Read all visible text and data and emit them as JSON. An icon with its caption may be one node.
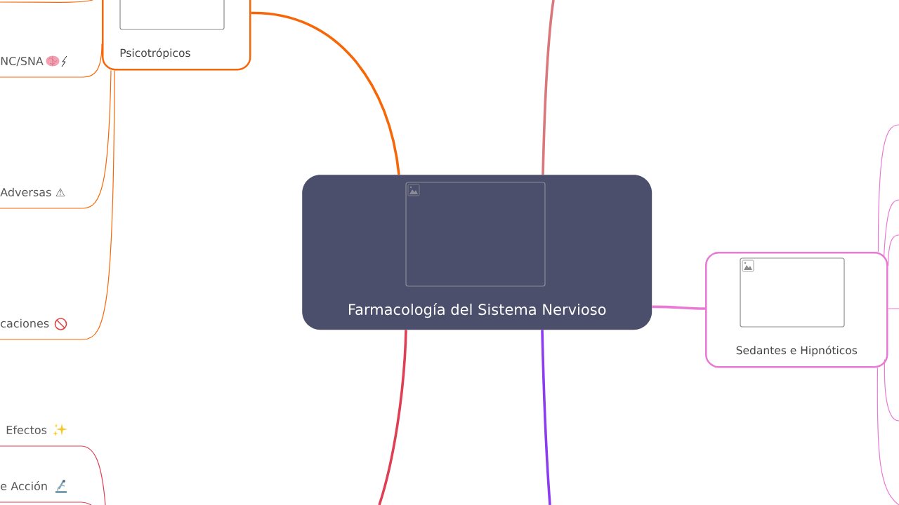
{
  "diagram": {
    "nodes": [
      {
        "text": [
          "Farmacología del Sistema Nervioso"
        ]
      },
      {
        "text": [
          "Psicotrópicos"
        ]
      },
      {
        "text": [
          "Sedantes e Hipnóticos"
        ]
      },
      {
        "text": [
          "NC/SNA"
        ]
      },
      {
        "text": [
          "Adversas ⚠"
        ]
      },
      {
        "text": [
          "caciones"
        ]
      },
      {
        "text": [
          "Efectos"
        ]
      },
      {
        "text": [
          "e Acción"
        ]
      }
    ],
    "edges": [
      {
        "from": 0,
        "to": 1,
        "arrow": "none",
        "style": "thick",
        "color": "#f76707"
      },
      {
        "from": 0,
        "to": null,
        "arrow": "none",
        "style": "thick",
        "color": "#d9777a"
      },
      {
        "from": 0,
        "to": 2,
        "arrow": "none",
        "style": "thick",
        "color": "#e879d4"
      },
      {
        "from": 0,
        "to": null,
        "arrow": "none",
        "style": "thick",
        "color": "#e03e52"
      },
      {
        "from": 0,
        "to": null,
        "arrow": "none",
        "style": "thick",
        "color": "#8b3bf0"
      },
      {
        "from": 1,
        "to": null,
        "arrow": "none",
        "color": "#f76707"
      },
      {
        "from": 1,
        "to": 3,
        "arrow": "none",
        "color": "#f76707"
      },
      {
        "from": 1,
        "to": 4,
        "arrow": "none",
        "color": "#f76707"
      },
      {
        "from": 1,
        "to": 5,
        "arrow": "none",
        "color": "#f76707"
      },
      {
        "from": null,
        "to": 6,
        "arrow": "none",
        "color": "#e03e52"
      },
      {
        "from": null,
        "to": 7,
        "arrow": "none",
        "color": "#e03e52"
      },
      {
        "from": 2,
        "to": null,
        "arrow": "none",
        "color": "#e879d4"
      },
      {
        "from": 2,
        "to": null,
        "arrow": "none",
        "color": "#e879d4"
      },
      {
        "from": 2,
        "to": null,
        "arrow": "none",
        "color": "#e879d4"
      },
      {
        "from": 2,
        "to": null,
        "arrow": "none",
        "color": "#e879d4"
      },
      {
        "from": 2,
        "to": null,
        "arrow": "none",
        "color": "#e879d4"
      },
      {
        "from": 2,
        "to": null,
        "arrow": "none",
        "color": "#e879d4"
      }
    ]
  }
}
